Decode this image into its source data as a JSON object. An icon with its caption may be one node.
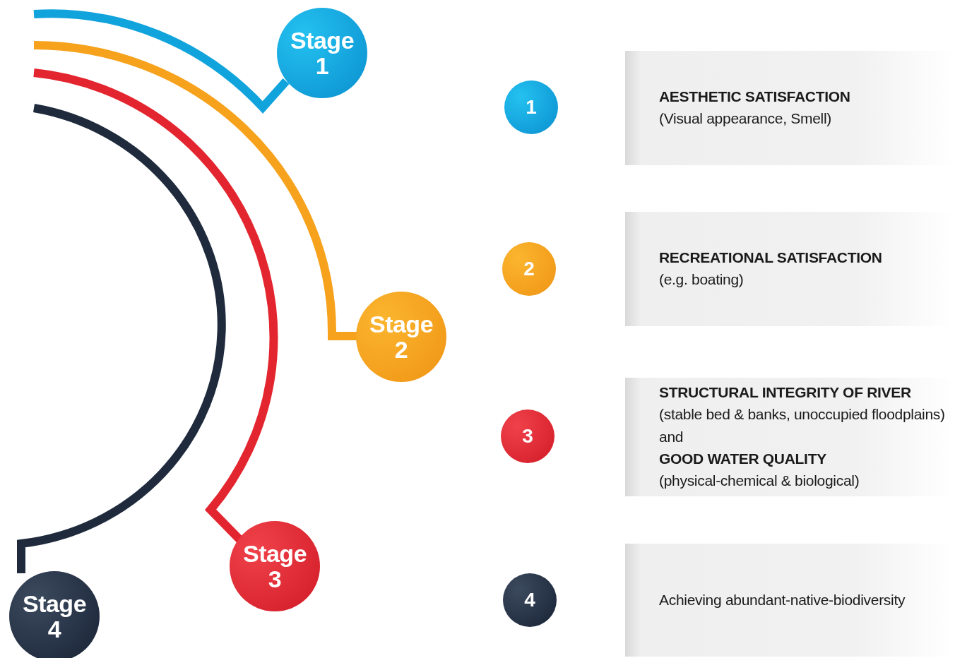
{
  "diagram": {
    "nodes": [
      {
        "text": [
          "Stage 1"
        ]
      },
      {
        "text": [
          "Stage 2"
        ]
      },
      {
        "text": [
          "Stage 3"
        ]
      },
      {
        "text": [
          "Stage 4"
        ]
      },
      {
        "text": [
          "1"
        ]
      },
      {
        "text": [
          "AESTHETIC SATISFACTION",
          "(Visual appearance, Smell)"
        ]
      },
      {
        "text": [
          "2"
        ]
      },
      {
        "text": [
          "RECREATIONAL SATISFACTION",
          "(e.g. boating)"
        ]
      },
      {
        "text": [
          "3"
        ]
      },
      {
        "text": [
          "STRUCTURAL INTEGRITY OF RIVER",
          "(stable bed & banks, unoccupied floodplains) and",
          "GOOD WATER QUALITY",
          "(physical-chemical & biological)"
        ]
      },
      {
        "text": [
          "4"
        ]
      },
      {
        "text": [
          "Achieving abundant-native-biodiversity"
        ]
      }
    ]
  }
}
